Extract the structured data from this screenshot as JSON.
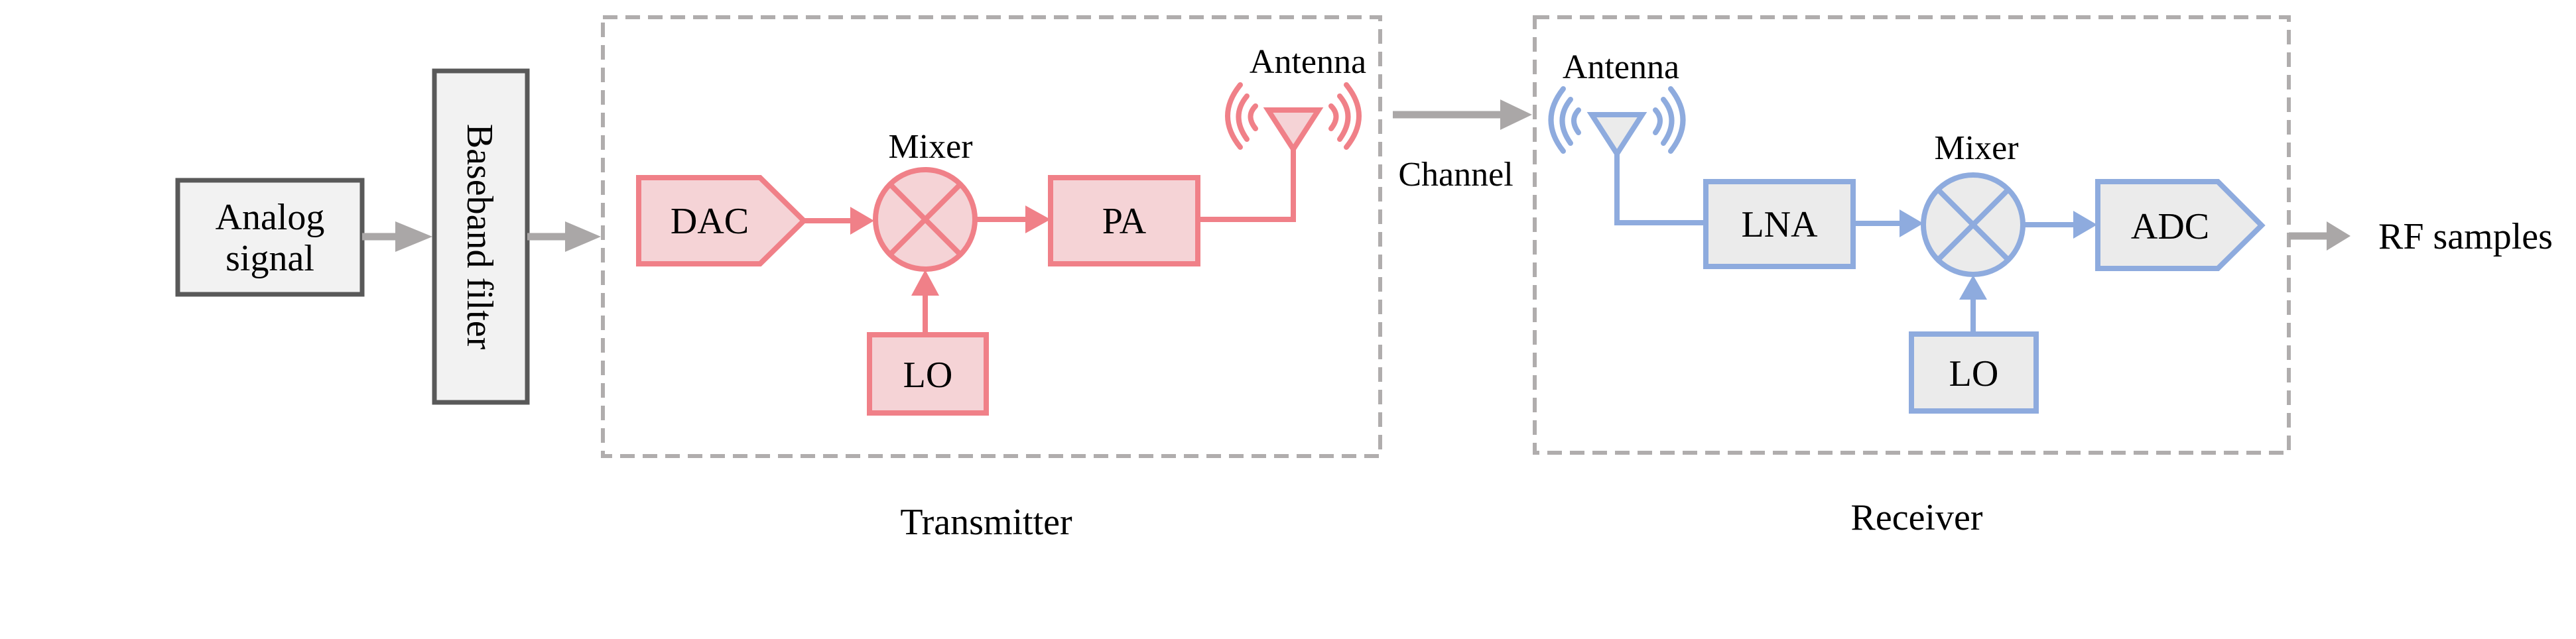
{
  "colors": {
    "gray_stroke": "#595959",
    "gray_fill": "#f2f2f2",
    "arrow_gray": "#aaa7a7",
    "dash_gray": "#b0adad",
    "tx_stroke": "#f08088",
    "tx_fill": "#f5d3d6",
    "rx_stroke": "#8eabde",
    "rx_fill": "#ebebeb"
  },
  "input": {
    "analog_signal": [
      "Analog",
      "signal"
    ],
    "baseband_filter": "Baseband filter"
  },
  "transmitter": {
    "title": "Transmitter",
    "dac": "DAC",
    "mixer_label": "Mixer",
    "lo": "LO",
    "pa": "PA",
    "antenna_label": "Antenna"
  },
  "channel": {
    "label": "Channel"
  },
  "receiver": {
    "title": "Receiver",
    "antenna_label": "Antenna",
    "lna": "LNA",
    "mixer_label": "Mixer",
    "lo": "LO",
    "adc": "ADC"
  },
  "output": {
    "label": "RF samples"
  }
}
